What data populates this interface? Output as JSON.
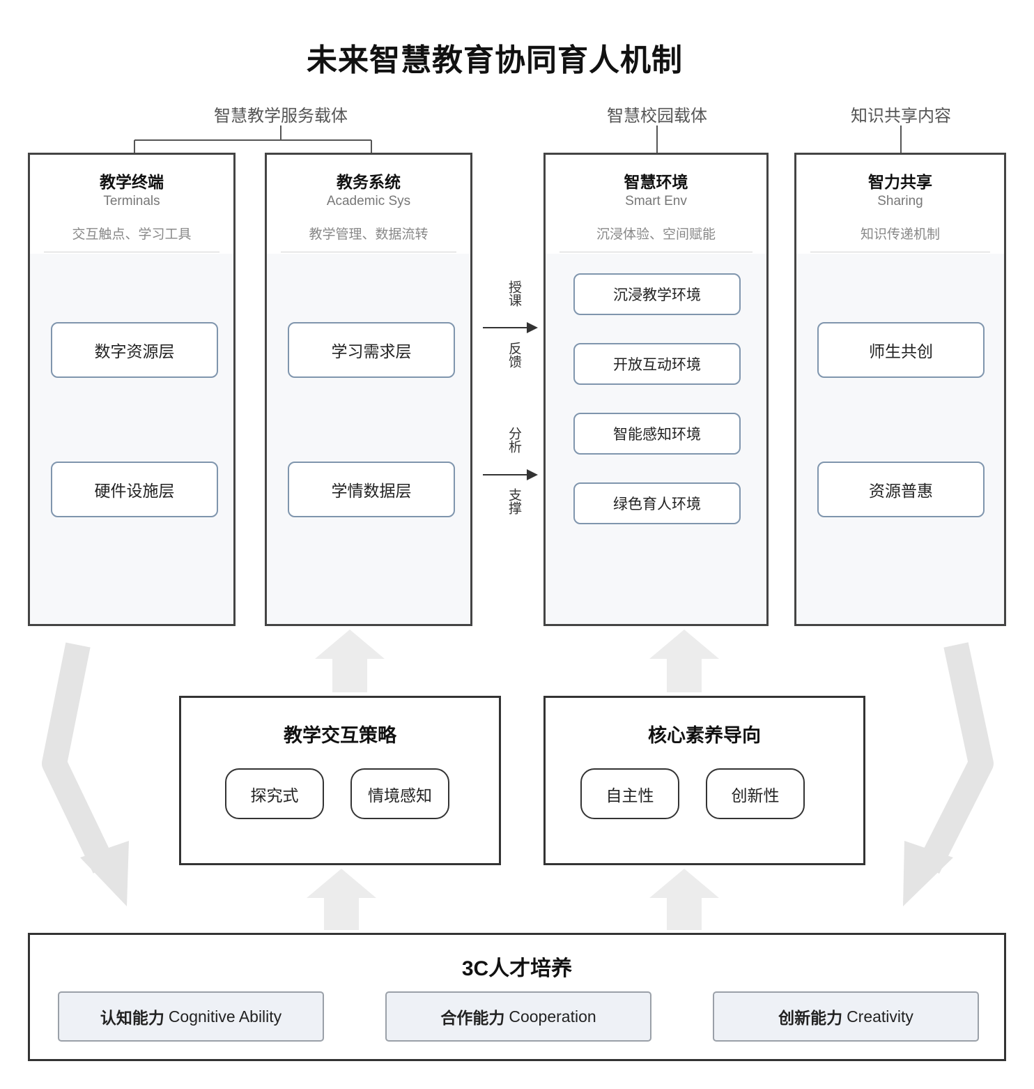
{
  "title": "未来智慧教育协同育人机制",
  "group_labels": {
    "service": "智慧教学服务载体",
    "campus": "智慧校园载体",
    "knowledge": "知识共享内容"
  },
  "panels": [
    {
      "title": "教学终端",
      "subtitle": "Terminals",
      "desc": "交互触点、学习工具",
      "items": [
        "数字资源层",
        "硬件设施层"
      ]
    },
    {
      "title": "教务系统",
      "subtitle": "Academic Sys",
      "desc": "教学管理、数据流转",
      "items": [
        "学习需求层",
        "学情数据层"
      ]
    },
    {
      "title": "智慧环境",
      "subtitle": "Smart Env",
      "desc": "沉浸体验、空间赋能",
      "items": [
        "沉浸教学环境",
        "开放互动环境",
        "智能感知环境",
        "绿色育人环境"
      ]
    },
    {
      "title": "智力共享",
      "subtitle": "Sharing",
      "desc": "知识传递机制",
      "items": [
        "师生共创",
        "资源普惠"
      ]
    }
  ],
  "arrow_labels": {
    "a1_top": "授课",
    "a1_bottom": "反馈",
    "a2_top": "分析",
    "a2_bottom": "支撑"
  },
  "strategy": {
    "title": "教学交互策略",
    "items": [
      "探究式",
      "情境感知"
    ]
  },
  "orientation": {
    "title": "核心素养导向",
    "items": [
      "自主性",
      "创新性"
    ]
  },
  "talent": {
    "title": "3C人才培养",
    "items": [
      {
        "cn": "认知能力",
        "en": "Cognitive Ability"
      },
      {
        "cn": "合作能力",
        "en": "Cooperation"
      },
      {
        "cn": "创新能力",
        "en": "Creativity"
      }
    ]
  },
  "colors": {
    "border": "#444444",
    "item_border": "#7f95ad",
    "panel_fill": "#f7f8fa",
    "ability_fill": "#eef1f6",
    "big_arrow": "#e6e6e6"
  }
}
